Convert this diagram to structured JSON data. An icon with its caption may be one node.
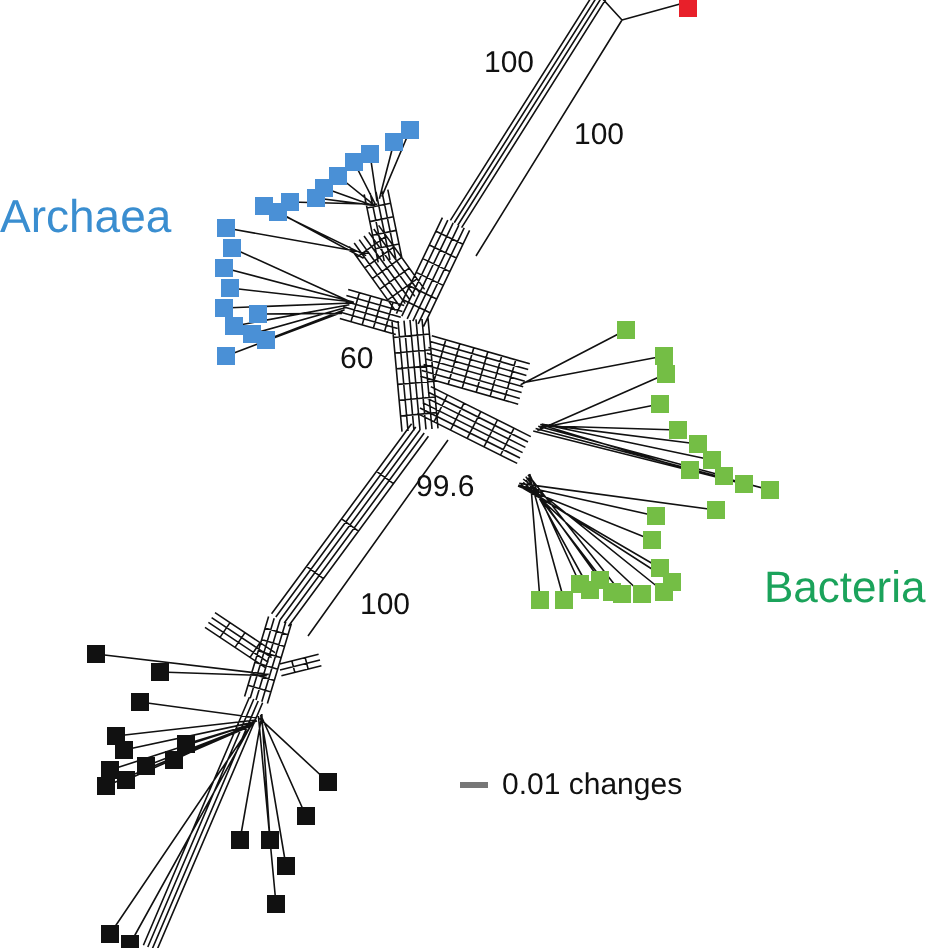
{
  "diagram": {
    "labels": [
      "100",
      "100",
      "Archaea",
      "60",
      "99.6",
      "Bacteria",
      "100",
      "0.01 changes"
    ]
  }
}
